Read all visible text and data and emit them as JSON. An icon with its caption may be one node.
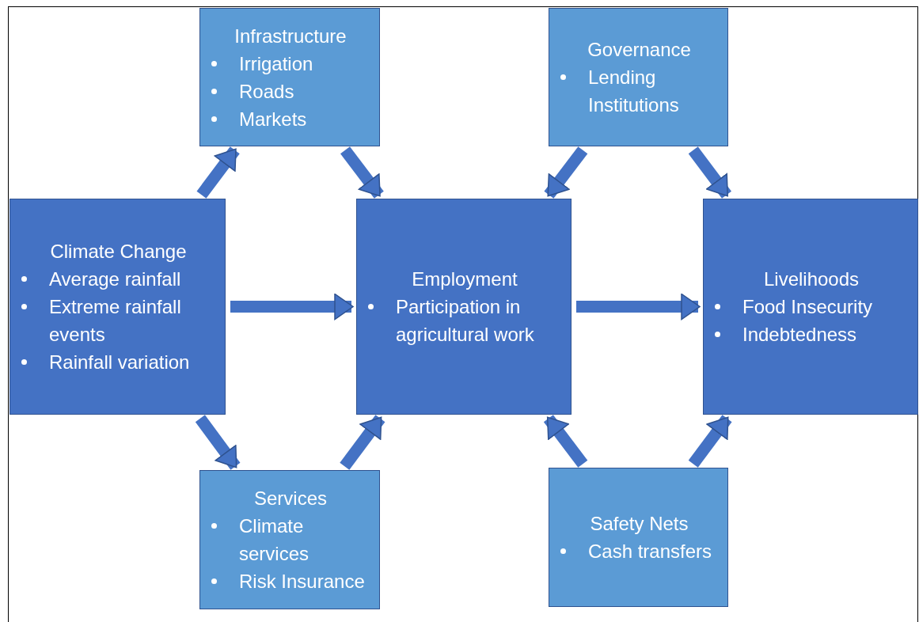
{
  "diagram": {
    "nodes": [
      {
        "text": [
          "Infrastructure",
          "Irrigation",
          "Roads",
          "Markets"
        ]
      },
      {
        "text": [
          "Governance",
          "Lending Institutions"
        ]
      },
      {
        "text": [
          "Climate Change",
          "Average rainfall",
          "Extreme rainfall events",
          "Rainfall variation"
        ]
      },
      {
        "text": [
          "Employment",
          "Participation in agricultural work"
        ]
      },
      {
        "text": [
          "Livelihoods",
          "Food Insecurity",
          "Indebtedness"
        ]
      },
      {
        "text": [
          "Services",
          "Climate services",
          "Risk Insurance"
        ]
      },
      {
        "text": [
          "Safety Nets",
          "Cash transfers"
        ]
      }
    ],
    "edges": [
      {
        "from": 2,
        "to": 0,
        "arrow": "to"
      },
      {
        "from": 0,
        "to": 3,
        "arrow": "to"
      },
      {
        "from": 1,
        "to": 3,
        "arrow": "to"
      },
      {
        "from": 1,
        "to": 4,
        "arrow": "to"
      },
      {
        "from": 2,
        "to": 3,
        "arrow": "to"
      },
      {
        "from": 3,
        "to": 4,
        "arrow": "to"
      },
      {
        "from": 2,
        "to": 5,
        "arrow": "to"
      },
      {
        "from": 5,
        "to": 3,
        "arrow": "to"
      },
      {
        "from": 6,
        "to": 3,
        "arrow": "to"
      },
      {
        "from": 6,
        "to": 4,
        "arrow": "to"
      }
    ]
  }
}
